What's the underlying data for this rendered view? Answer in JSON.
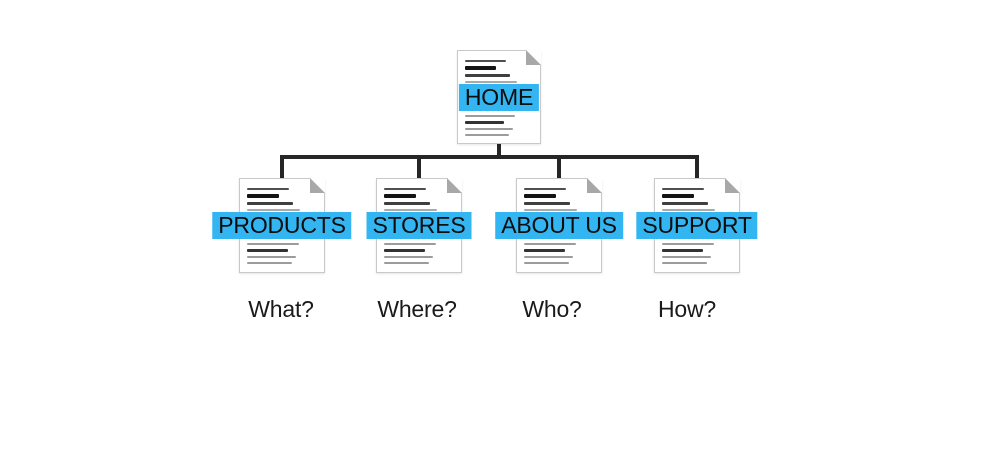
{
  "diagram": {
    "type": "sitemap-tree",
    "colors": {
      "highlight": "#33b5f2",
      "connector": "#262626"
    },
    "root": {
      "label": "HOME",
      "icon": "document-icon"
    },
    "children": [
      {
        "label": "PRODUCTS",
        "caption": "What?",
        "icon": "document-icon"
      },
      {
        "label": "STORES",
        "caption": "Where?",
        "icon": "document-icon"
      },
      {
        "label": "ABOUT US",
        "caption": "Who?",
        "icon": "document-icon"
      },
      {
        "label": "SUPPORT",
        "caption": "How?",
        "icon": "document-icon"
      }
    ]
  }
}
